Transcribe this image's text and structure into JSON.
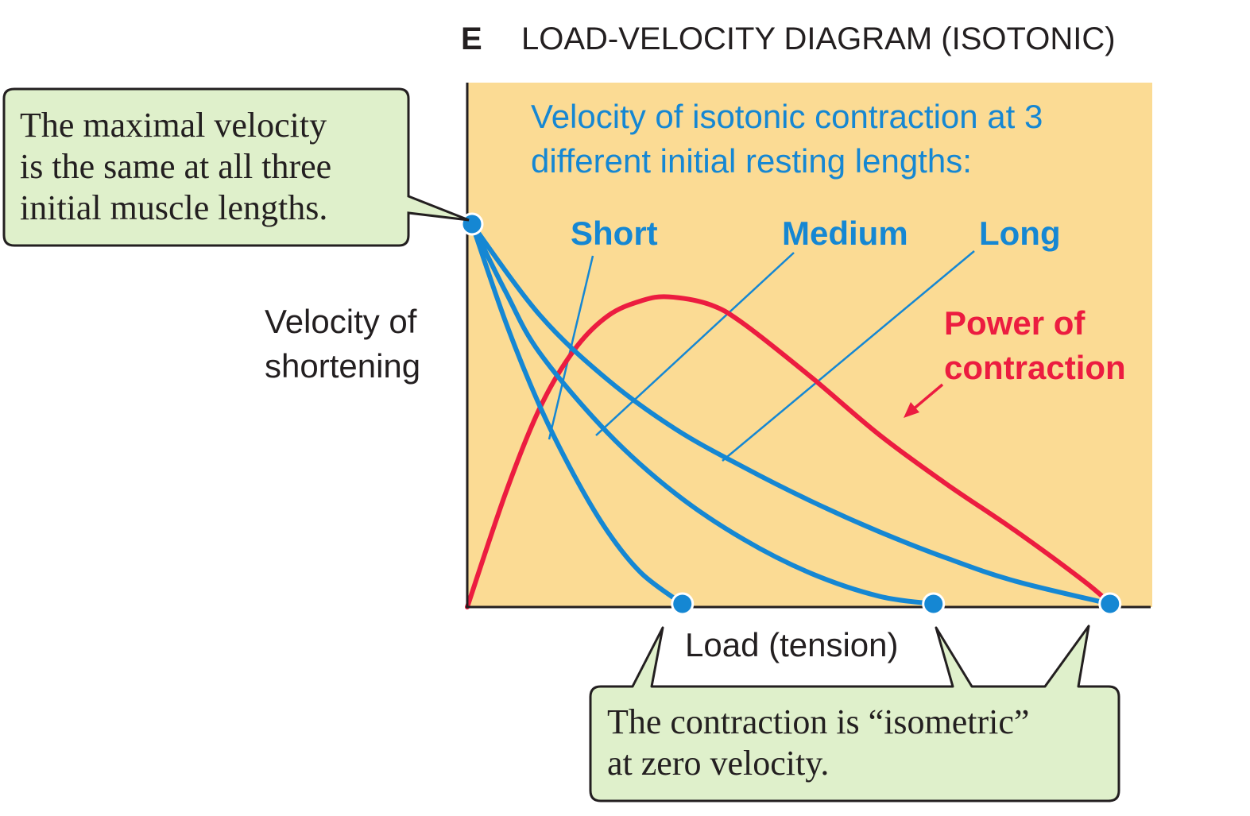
{
  "figure": {
    "panel_letter": "E",
    "title": "LOAD-VELOCITY DIAGRAM (ISOTONIC)"
  },
  "annotations": {
    "top_note_lines": [
      "Velocity of isotonic contraction at 3",
      "different initial resting lengths:"
    ],
    "callout_max_velocity_lines": [
      "The maximal velocity",
      "is the same at all three",
      "initial muscle lengths."
    ],
    "callout_isometric_lines": [
      "The contraction is “isometric”",
      "at zero velocity."
    ]
  },
  "colors": {
    "plot_background": "#fbdb94",
    "velocity_curves": "#1587d3",
    "power_curve": "#ec1c40",
    "callout_fill": "#dff0cb",
    "axis": "#231f20"
  },
  "chart_data": {
    "type": "line",
    "title": "LOAD-VELOCITY DIAGRAM (ISOTONIC)",
    "xlabel": "Load (tension)",
    "ylabel_lines": [
      "Velocity of",
      "shortening"
    ],
    "xlim": [
      0,
      1
    ],
    "ylim": [
      0,
      1
    ],
    "grid": false,
    "ticks": "none",
    "series": [
      {
        "name": "Short",
        "kind": "velocity",
        "x": [
          0.0,
          0.05,
          0.1,
          0.15,
          0.2,
          0.25,
          0.31
        ],
        "y": [
          1.0,
          0.74,
          0.52,
          0.34,
          0.19,
          0.08,
          0.0
        ]
      },
      {
        "name": "Medium",
        "kind": "velocity",
        "x": [
          0.0,
          0.05,
          0.1,
          0.2,
          0.3,
          0.4,
          0.5,
          0.6,
          0.68
        ],
        "y": [
          1.0,
          0.82,
          0.66,
          0.45,
          0.29,
          0.17,
          0.08,
          0.02,
          0.0
        ]
      },
      {
        "name": "Long",
        "kind": "velocity",
        "x": [
          0.0,
          0.1,
          0.2,
          0.3,
          0.4,
          0.5,
          0.6,
          0.7,
          0.8,
          0.94
        ],
        "y": [
          1.0,
          0.76,
          0.59,
          0.46,
          0.36,
          0.27,
          0.19,
          0.12,
          0.06,
          0.0
        ]
      },
      {
        "name": "Power of contraction",
        "kind": "power",
        "x": [
          0.0,
          0.05,
          0.1,
          0.15,
          0.2,
          0.25,
          0.29,
          0.35,
          0.4,
          0.5,
          0.6,
          0.7,
          0.8,
          0.9,
          0.94
        ],
        "y": [
          0.0,
          0.3,
          0.52,
          0.67,
          0.76,
          0.8,
          0.81,
          0.79,
          0.74,
          0.6,
          0.45,
          0.32,
          0.2,
          0.07,
          0.01
        ]
      }
    ],
    "markers": [
      {
        "label": "maximal velocity (all lengths)",
        "x": 0.0,
        "y": 1.0
      },
      {
        "label": "Short isometric",
        "x": 0.31,
        "y": 0.0
      },
      {
        "label": "Medium isometric",
        "x": 0.68,
        "y": 0.0
      },
      {
        "label": "Long isometric",
        "x": 0.94,
        "y": 0.0
      }
    ],
    "legend": [
      {
        "name": "Short",
        "placement": "top-left"
      },
      {
        "name": "Medium",
        "placement": "top-center"
      },
      {
        "name": "Long",
        "placement": "top-right"
      },
      {
        "name": "Power of contraction",
        "placement": "right"
      }
    ]
  }
}
